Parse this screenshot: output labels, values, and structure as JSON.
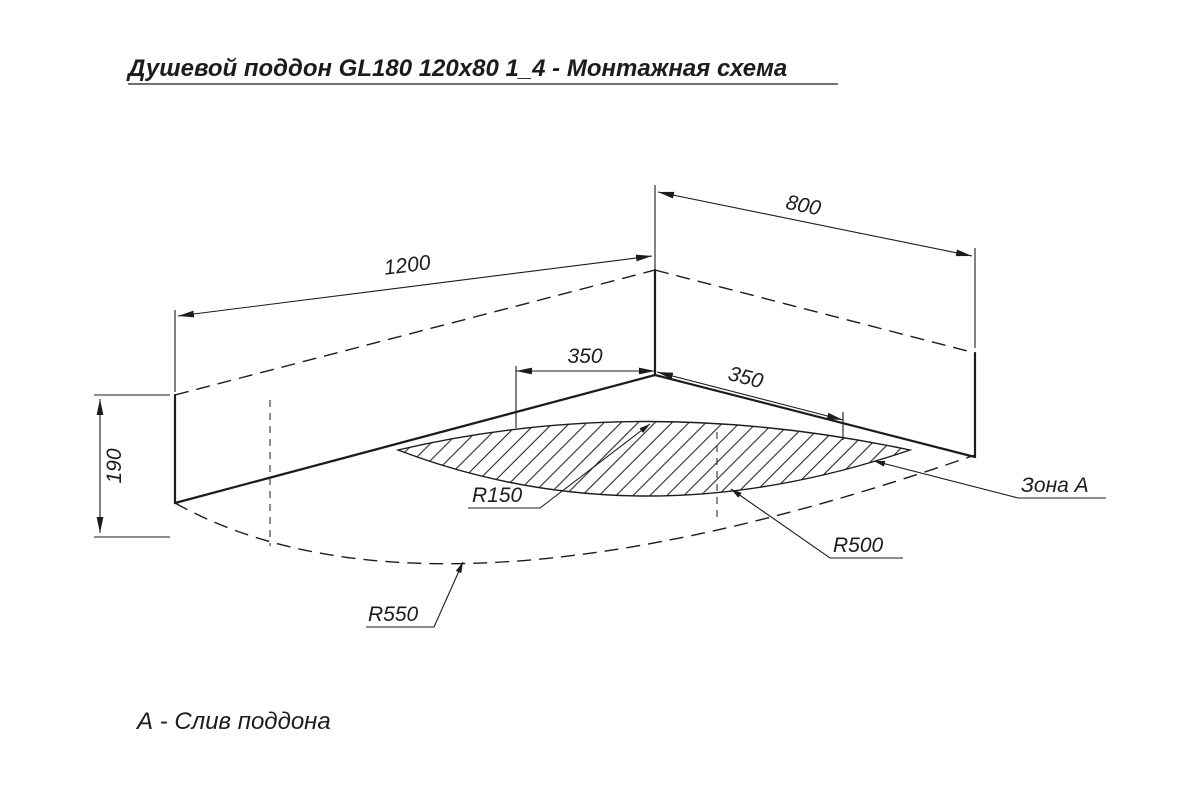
{
  "title": "Душевой поддон GL180 120x80 1_4 - Монтажная схема",
  "footnote": "А - Слив поддона",
  "labels": {
    "dim_width": "1200",
    "dim_depth": "800",
    "dim_drain_offset_left": "350",
    "dim_drain_offset_right": "350",
    "dim_height": "190",
    "radius_inner": "R150",
    "radius_drain": "R500",
    "radius_outer": "R550",
    "zone": "Зона А"
  },
  "colors": {
    "line": "#1c1c1c",
    "background": "#ffffff"
  }
}
